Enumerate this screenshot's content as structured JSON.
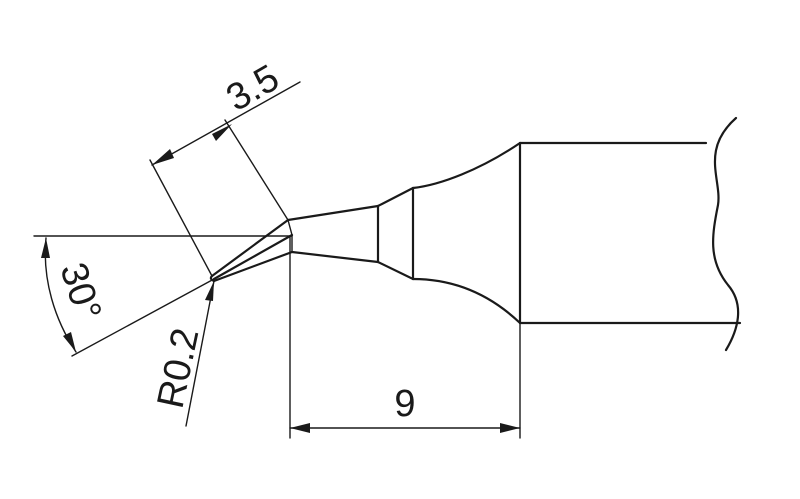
{
  "dimensions": {
    "length_top": "3.5",
    "length_bottom": "9",
    "angle": "30°",
    "radius": "R0.2"
  }
}
